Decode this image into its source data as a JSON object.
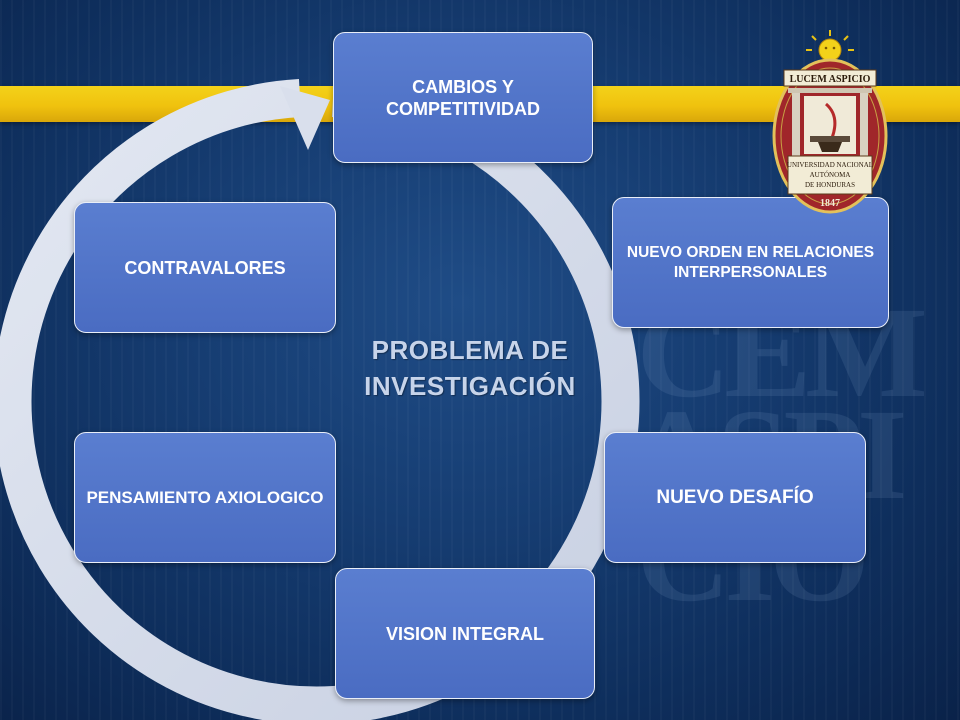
{
  "diagram": {
    "center_title": "PROBLEMA DE INVESTIGACIÓN",
    "nodes": [
      {
        "id": "cambios",
        "label": "CAMBIOS Y COMPETITIVIDAD"
      },
      {
        "id": "nuevo-orden",
        "label": "NUEVO ORDEN EN RELACIONES INTERPERSONALES"
      },
      {
        "id": "nuevo-desafio",
        "label": "NUEVO DESAFÍO"
      },
      {
        "id": "vision-integral",
        "label": "VISION INTEGRAL"
      },
      {
        "id": "pensamiento",
        "label": "PENSAMIENTO AXIOLOGICO"
      },
      {
        "id": "contravalores",
        "label": "CONTRAVALORES"
      }
    ]
  },
  "seal": {
    "motto": "LUCEM ASPICIO",
    "university_line1": "UNIVERSIDAD NACIONAL",
    "university_line2": "AUTÓNOMA",
    "university_line3": "DE HONDURAS",
    "year": "1847"
  },
  "colors": {
    "background": "#163d72",
    "band": "#f0c20e",
    "box_fill": "#5277cc",
    "ring": "#d4dbea",
    "seal_red": "#a0262a"
  }
}
